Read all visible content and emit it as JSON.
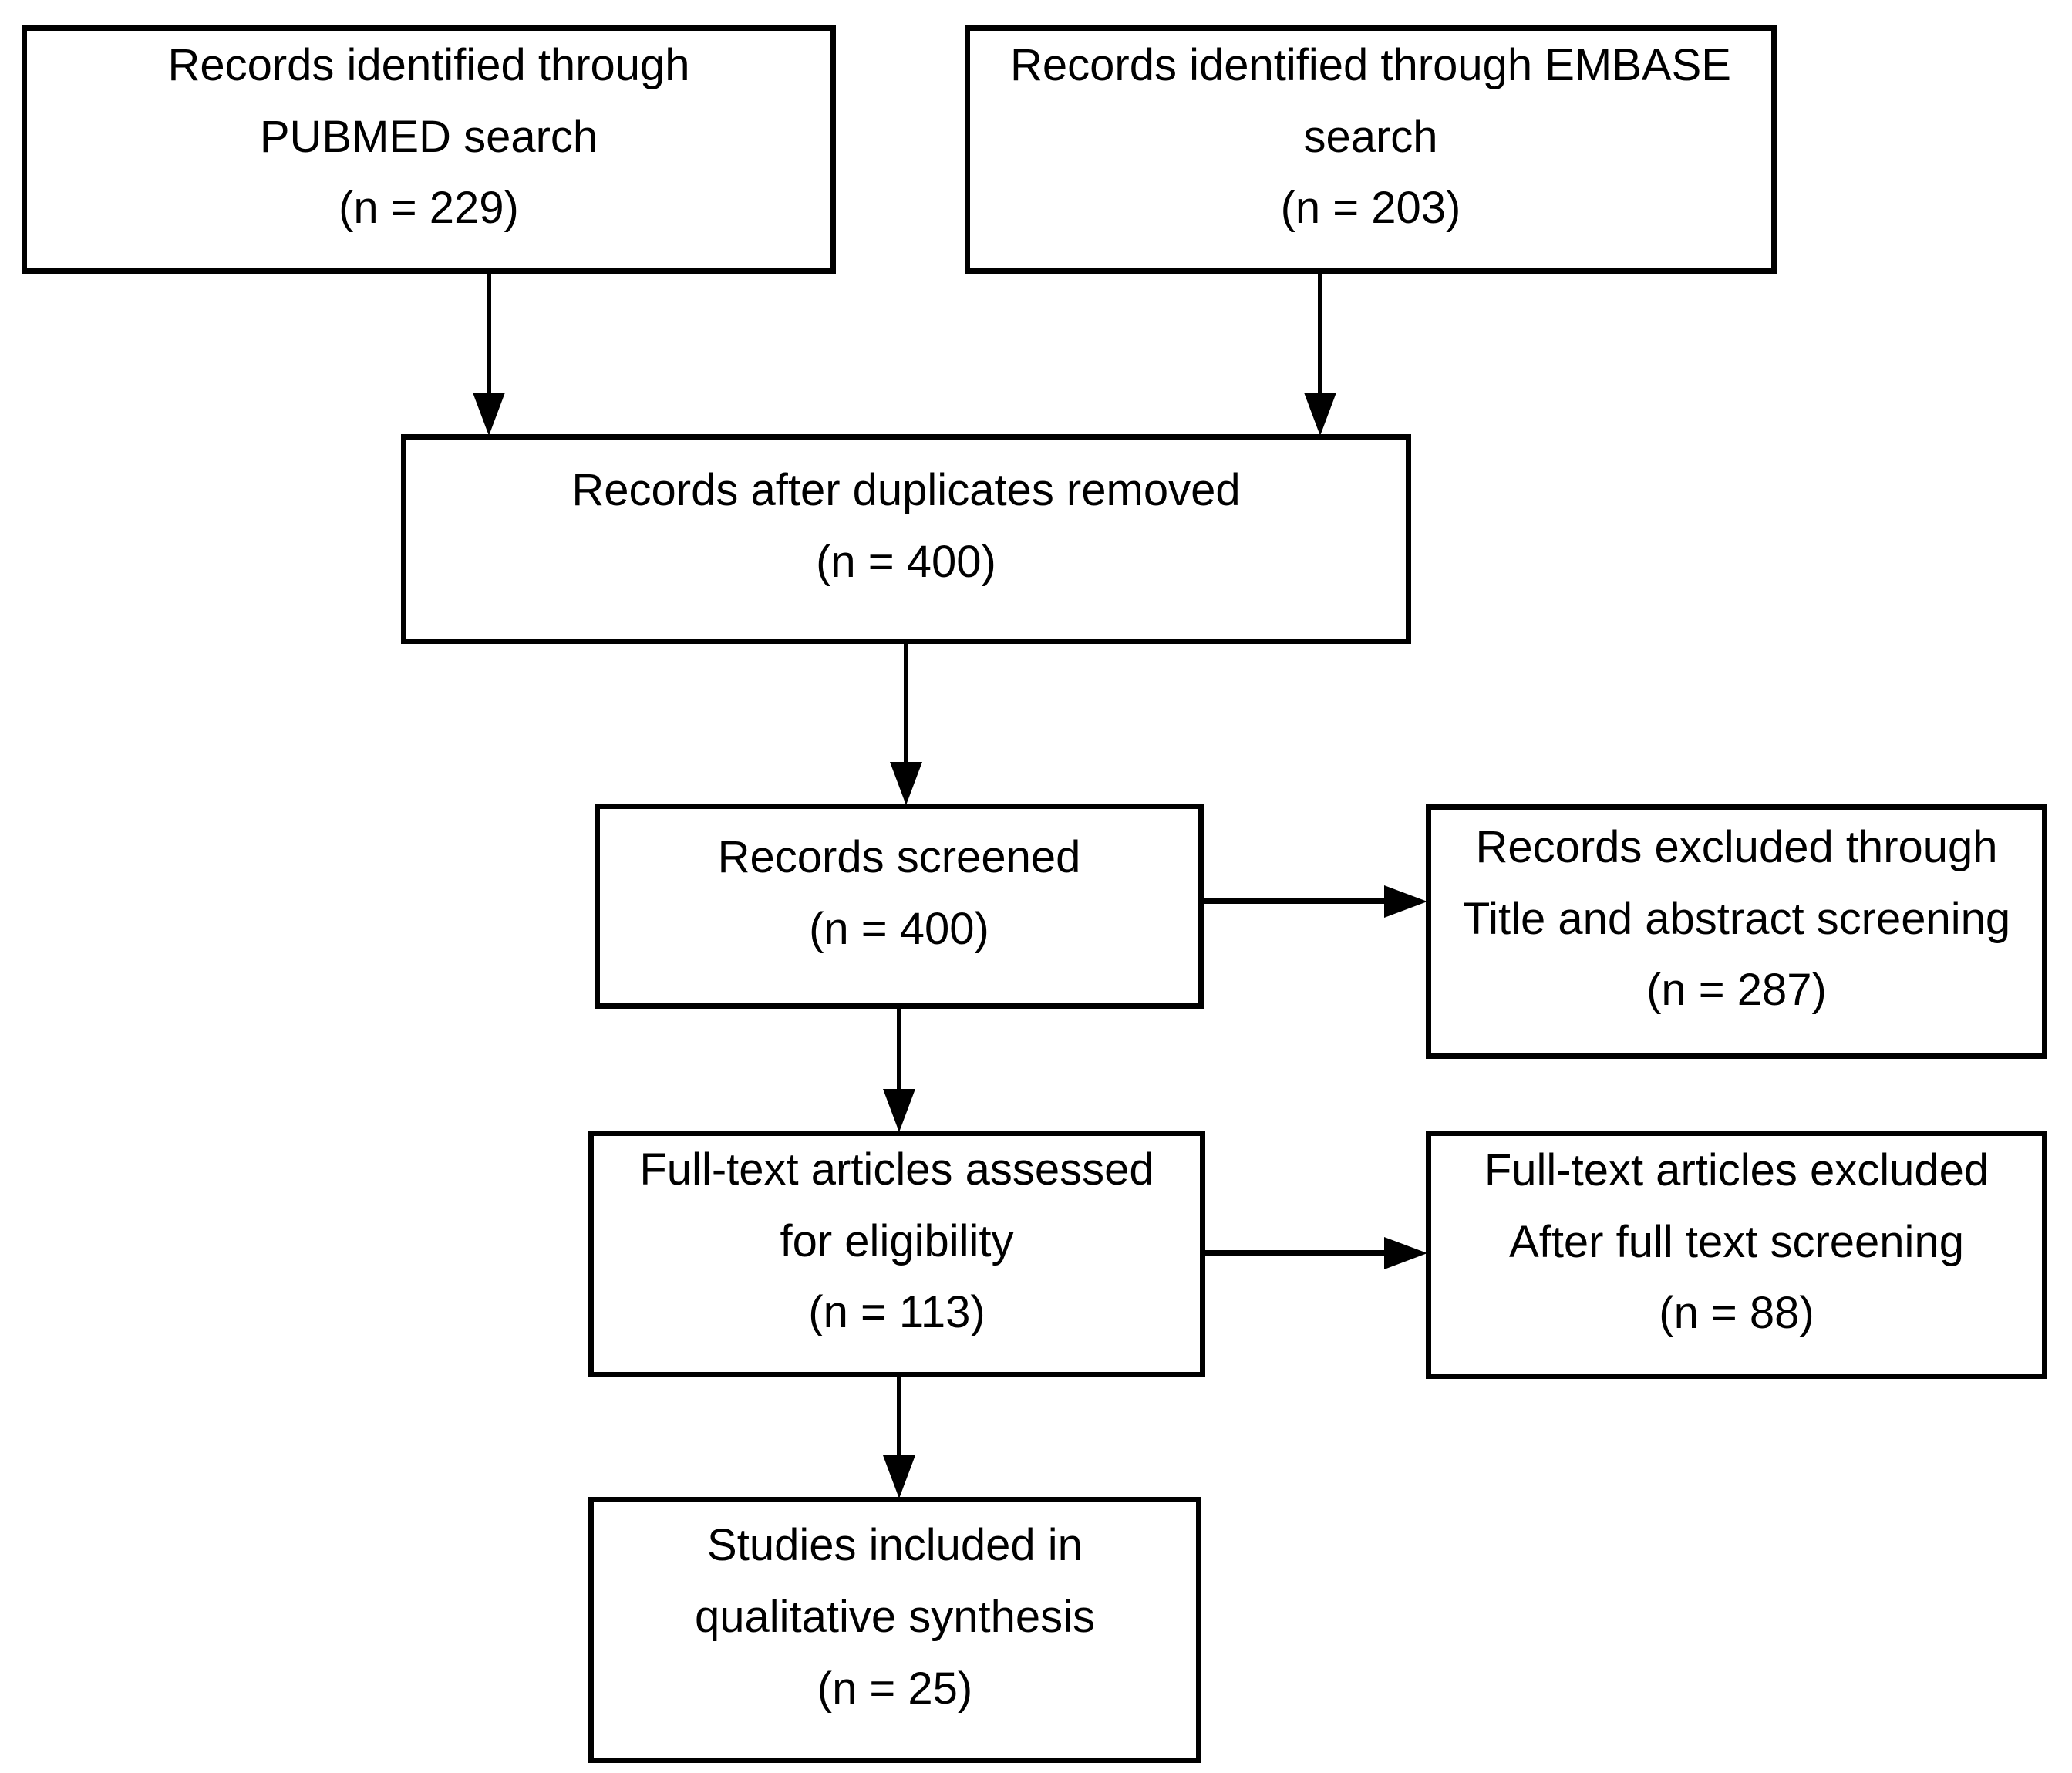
{
  "diagram": {
    "type": "flowchart",
    "description": "PRISMA study selection flow diagram",
    "colors": {
      "background": "#ffffff",
      "border": "#000000",
      "text": "#000000",
      "arrow": "#000000"
    },
    "boxes": {
      "pubmed": {
        "lines": [
          "Records identified through",
          "PUBMED search",
          "(n = 229)"
        ]
      },
      "embase": {
        "lines": [
          "Records identified through EMBASE",
          "search",
          "(n = 203)"
        ]
      },
      "duplicates": {
        "lines": [
          "Records after duplicates removed",
          "(n = 400)"
        ]
      },
      "screened": {
        "lines": [
          "Records screened",
          "(n = 400)"
        ]
      },
      "excluded_screening": {
        "lines": [
          "Records excluded through",
          "Title and abstract screening",
          "(n = 287)"
        ]
      },
      "fulltext": {
        "lines": [
          "Full-text articles assessed",
          "for eligibility",
          "(n = 113)"
        ]
      },
      "excluded_fulltext": {
        "lines": [
          "Full-text articles excluded",
          "After full text screening",
          "(n = 88)"
        ]
      },
      "included": {
        "lines": [
          "Studies included in",
          "qualitative synthesis",
          "(n = 25)"
        ]
      }
    }
  }
}
